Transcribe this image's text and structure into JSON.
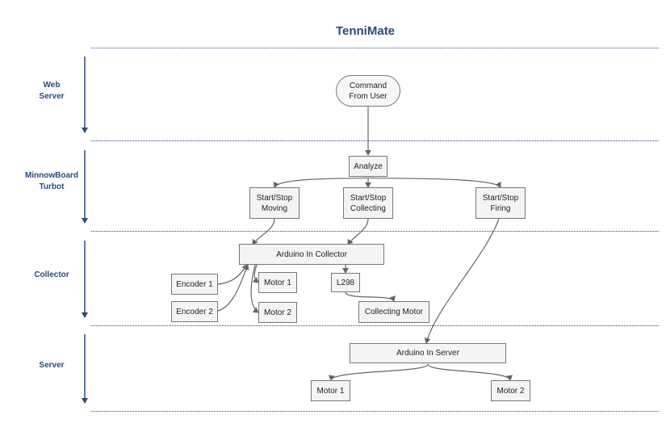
{
  "title": "TenniMate",
  "lanes": {
    "web_server": "Web\nServer",
    "minnowboard": "MinnowBoard\nTurbot",
    "collector": "Collector",
    "server": "Server"
  },
  "nodes": {
    "command": "Command\nFrom User",
    "analyze": "Analyze",
    "start_stop_moving": "Start/Stop\nMoving",
    "start_stop_collecting": "Start/Stop\nCollecting",
    "start_stop_firing": "Start/Stop\nFiring",
    "arduino_collector": "Arduino In Collector",
    "encoder1": "Encoder 1",
    "encoder2": "Encoder 2",
    "motor1_collector": "Motor 1",
    "motor2_collector": "Motor 2",
    "l298": "L298",
    "collecting_motor": "Collecting Motor",
    "arduino_server": "Arduino In Server",
    "motor1_server": "Motor 1",
    "motor2_server": "Motor 2"
  },
  "colors": {
    "title": "#2a4a7a",
    "lane_label": "#2a4a7a",
    "separator": "#2a4a7a",
    "node_border": "#777777",
    "node_fill": "#f4f4f4",
    "connector": "#666666"
  }
}
